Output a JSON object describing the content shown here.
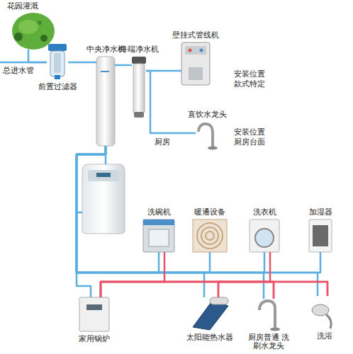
{
  "diagram": {
    "nodes": [
      {
        "text": [
          "花园灌溉"
        ]
      },
      {
        "text": [
          "前置过滤器"
        ]
      },
      {
        "text": [
          "中央净水机"
        ]
      },
      {
        "text": [
          "终端净水机"
        ]
      },
      {
        "text": [
          "壁挂式管线机"
        ]
      },
      {
        "text": [
          "直饮水龙头"
        ]
      },
      {
        "text": [
          "洗碗机"
        ]
      },
      {
        "text": [
          "暖通设备"
        ]
      },
      {
        "text": [
          "洗衣机"
        ]
      },
      {
        "text": [
          "加湿器"
        ]
      },
      {
        "text": [
          "家用锅炉"
        ]
      },
      {
        "text": [
          "太阳能热水器"
        ]
      },
      {
        "text": [
          "厨房普通 洗刷水龙头"
        ]
      },
      {
        "text": [
          "洗浴"
        ]
      }
    ],
    "edges": [
      {
        "from": 0,
        "to": 1,
        "arrow": "none"
      },
      {
        "from": 1,
        "to": 2,
        "arrow": "none"
      },
      {
        "from": 2,
        "to": 3,
        "arrow": "none"
      },
      {
        "from": 3,
        "to": 4,
        "arrow": "none"
      },
      {
        "from": 3,
        "to": 5,
        "arrow": "none"
      },
      {
        "from": 2,
        "to": 6,
        "arrow": "none"
      },
      {
        "from": 2,
        "to": 7,
        "arrow": "none"
      },
      {
        "from": 2,
        "to": 8,
        "arrow": "none"
      },
      {
        "from": 2,
        "to": 9,
        "arrow": "none"
      },
      {
        "from": 2,
        "to": 10,
        "arrow": "none"
      },
      {
        "from": 2,
        "to": 11,
        "arrow": "none"
      },
      {
        "from": 2,
        "to": 12,
        "arrow": "none"
      },
      {
        "from": 2,
        "to": 13,
        "arrow": "none"
      },
      {
        "from": 10,
        "to": 6,
        "arrow": "none"
      },
      {
        "from": 10,
        "to": 8,
        "arrow": "none"
      },
      {
        "from": 10,
        "to": 12,
        "arrow": "none"
      },
      {
        "from": 10,
        "to": 13,
        "arrow": "none"
      },
      {
        "from": 11,
        "to": 12,
        "arrow": "none"
      },
      {
        "from": 11,
        "to": 13,
        "arrow": "none"
      }
    ],
    "labels": [
      "安装位置 款式特定",
      "总进水管",
      "安装位置 厨房台面",
      "厨房"
    ]
  }
}
